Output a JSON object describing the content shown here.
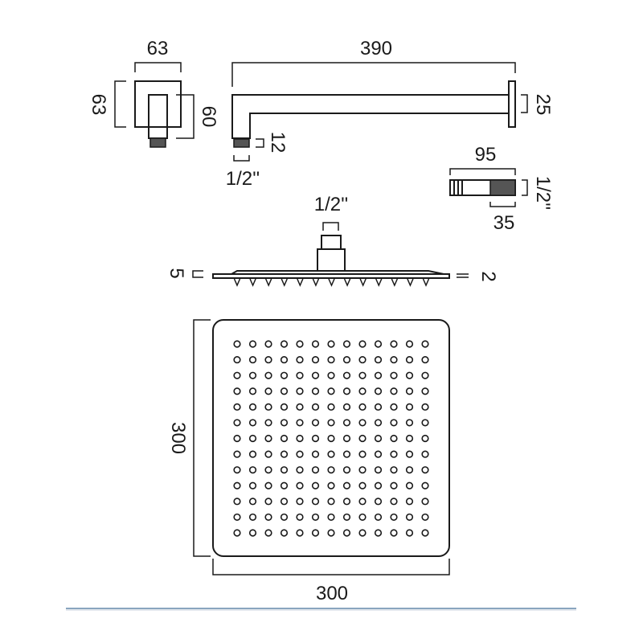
{
  "drawing": {
    "wall_bracket": {
      "width": "63",
      "height": "63",
      "depth": "60"
    },
    "shower_arm": {
      "length": "390",
      "flange_offset": "25",
      "thread_length": "12",
      "thread_size": "1/2''"
    },
    "nipple": {
      "length": "95",
      "thread_size": "1/2''",
      "thread_length": "35"
    },
    "shower_head_side": {
      "inlet_size": "1/2''",
      "edge_thickness": "5",
      "plate_thickness": "2"
    },
    "shower_head_plan": {
      "height": "300",
      "width": "300",
      "nozzle_rows": 13,
      "nozzle_cols": 13
    }
  },
  "colors": {
    "line": "#1a1a1a",
    "footer_rule": "#8aa5bf"
  }
}
